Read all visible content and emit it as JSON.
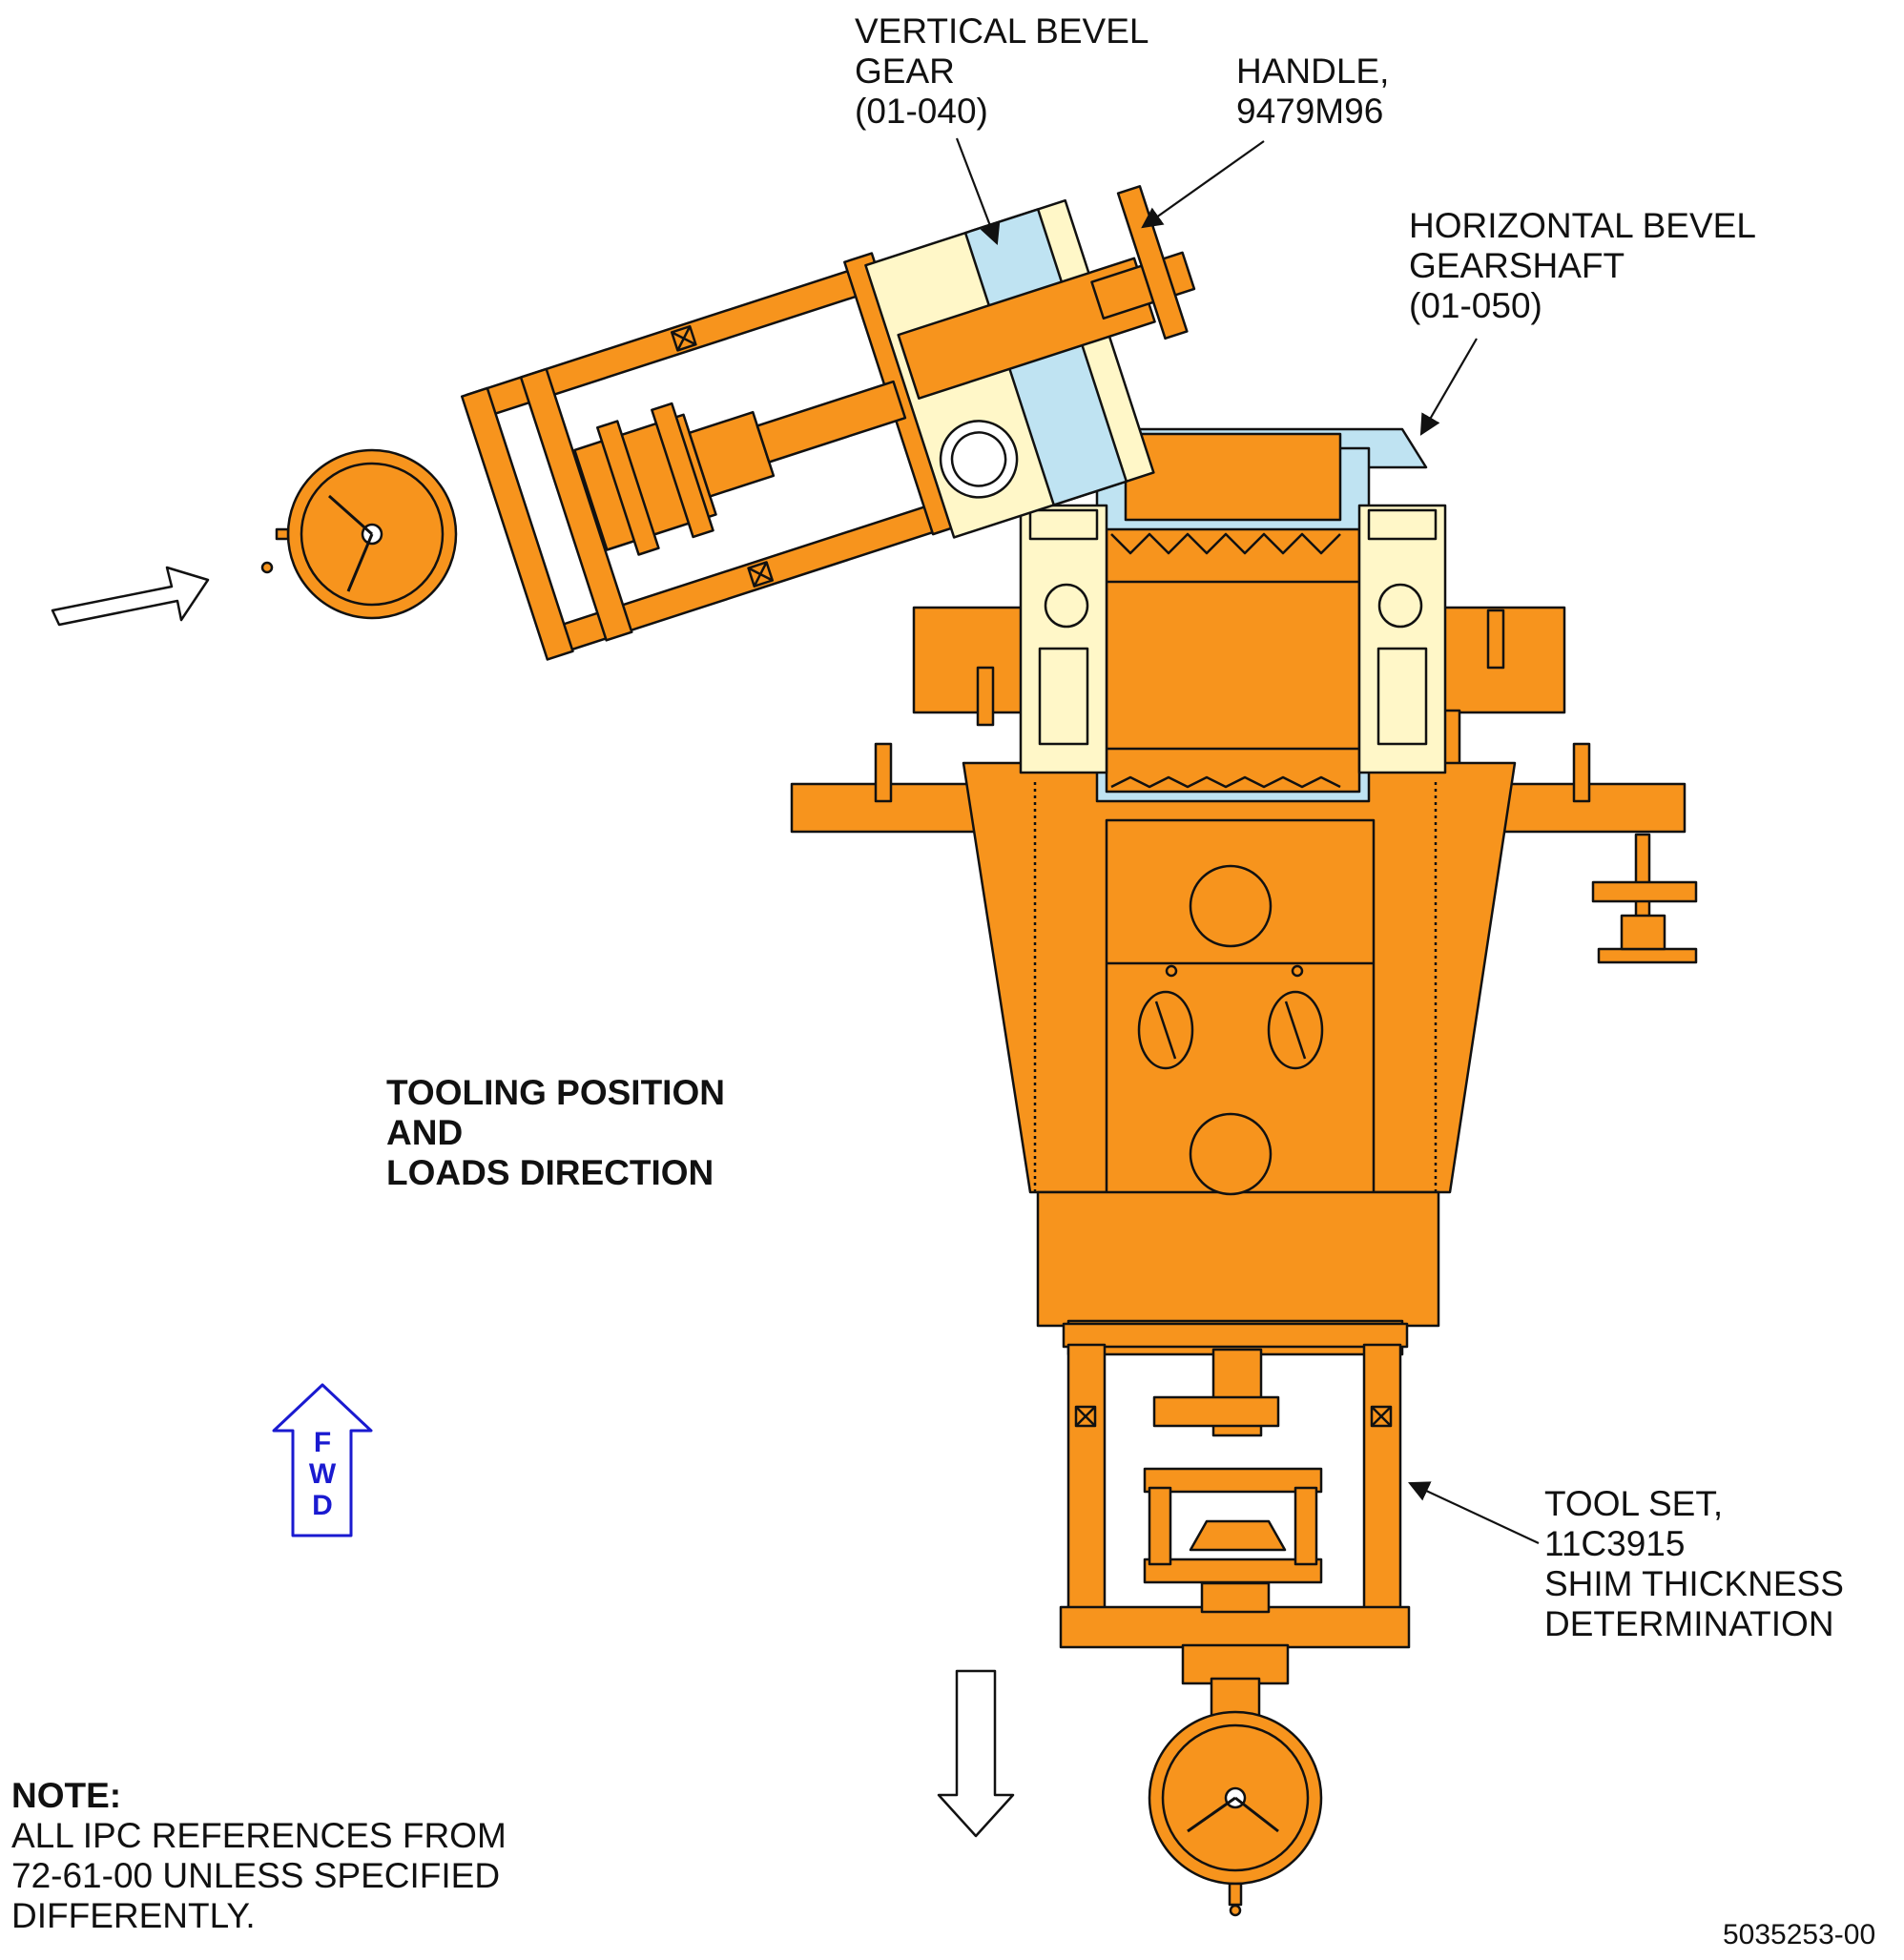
{
  "callouts": {
    "vertical_bevel_gear": [
      "VERTICAL BEVEL",
      "GEAR",
      "(01-040)"
    ],
    "handle": [
      "HANDLE,",
      "9479M96"
    ],
    "horizontal_bevel_gearshaft": [
      "HORIZONTAL BEVEL",
      "GEARSHAFT",
      "(01-050)"
    ],
    "tool_set": [
      "TOOL SET,",
      "11C3915",
      "SHIM THICKNESS",
      "DETERMINATION"
    ]
  },
  "caption": [
    "TOOLING POSITION",
    "AND",
    "LOADS DIRECTION"
  ],
  "fwd_arrow": [
    "F",
    "W",
    "D"
  ],
  "note": {
    "title": "NOTE:",
    "lines": [
      "ALL IPC REFERENCES FROM",
      "72-61-00 UNLESS SPECIFIED",
      "DIFFERENTLY."
    ]
  },
  "figure_number": "5035253-00",
  "colors": {
    "tooling": "#F7941D",
    "gear_blue": "#BFE3F2",
    "bearing_cream": "#FFF7C8",
    "fwd_blue": "#1A1AD0",
    "outline": "#111111"
  }
}
